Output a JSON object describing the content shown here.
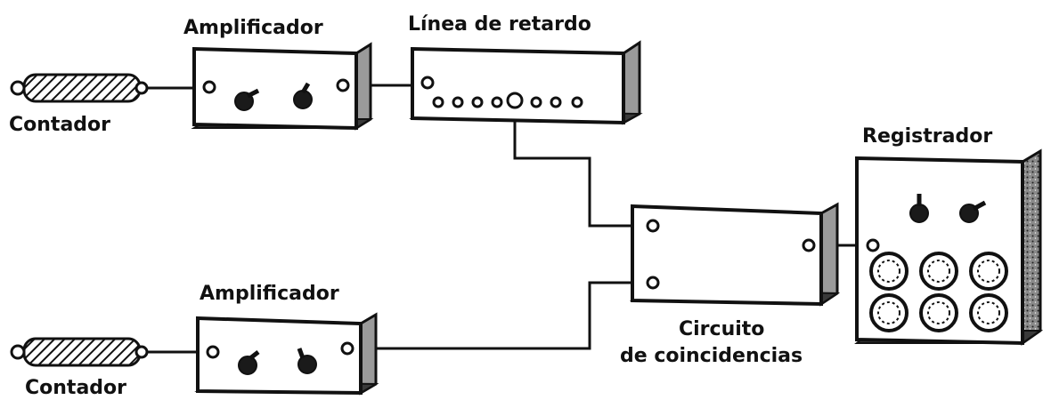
{
  "labels": {
    "amplifier_top": "Amplificador",
    "delay_line": "Línea de retardo",
    "counter_top": "Contador",
    "recorder": "Registrador",
    "amplifier_bottom": "Amplificador",
    "coincidence_line1": "Circuito",
    "coincidence_line2": "de coincidencias",
    "counter_bottom": "Contador"
  },
  "colors": {
    "ink": "#111111",
    "side_shade": "#9a9a9a",
    "paper": "#ffffff"
  }
}
